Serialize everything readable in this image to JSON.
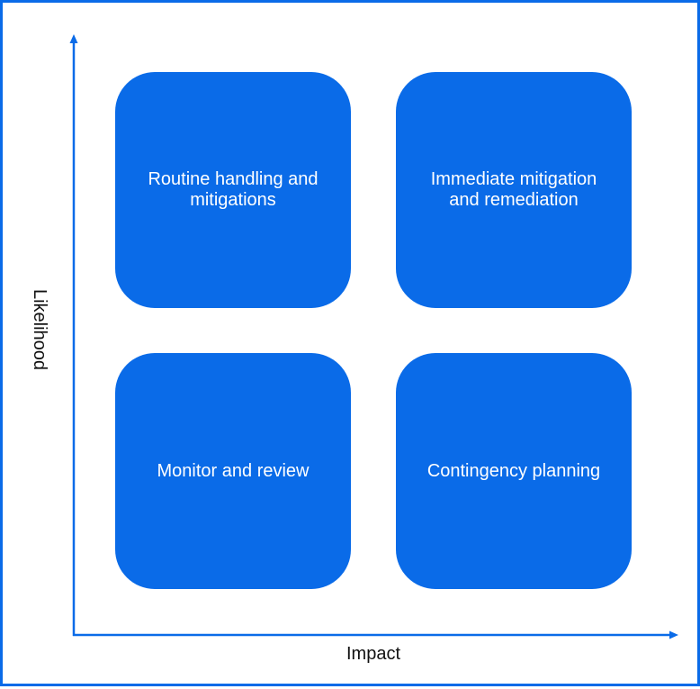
{
  "colors": {
    "accent": "#0a6be8",
    "box_fill": "#0a6be8",
    "box_text": "#ffffff",
    "label_text": "#111111"
  },
  "axes": {
    "x_label": "Impact",
    "y_label": "Likelihood"
  },
  "quadrants": {
    "top_left": "Routine handling and mitigations",
    "top_right": "Immediate mitigation and remediation",
    "bottom_left": "Monitor and review",
    "bottom_right": "Contingency planning"
  }
}
